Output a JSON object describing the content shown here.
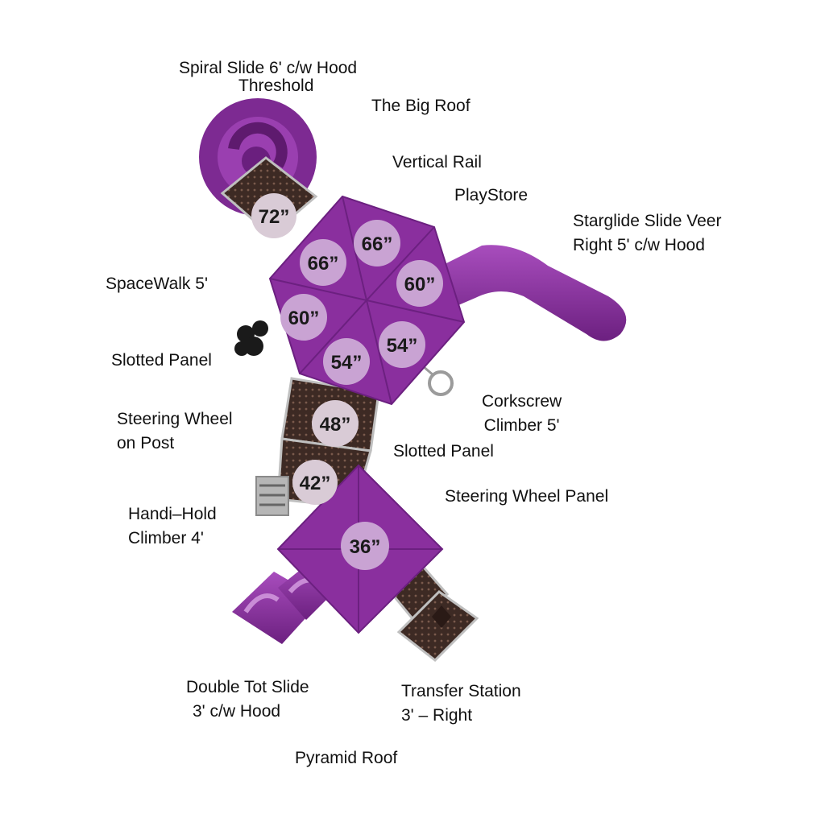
{
  "labels": {
    "spiral_slide": "Spiral Slide 6' c/w Hood",
    "threshold": "Threshold",
    "big_roof": "The Big Roof",
    "vertical_rail": "Vertical Rail",
    "playstore": "PlayStore",
    "starglide_line1": "Starglide Slide Veer",
    "starglide_line2": "Right 5' c/w Hood",
    "spacewalk": "SpaceWalk 5'",
    "slotted_panel_left": "Slotted Panel",
    "steering_wheel_line1": "Steering Wheel",
    "steering_wheel_line2": "on Post",
    "corkscrew_line1": "Corkscrew",
    "corkscrew_line2": "Climber 5'",
    "slotted_panel_right": "Slotted Panel",
    "steering_wheel_panel": "Steering Wheel Panel",
    "handi_hold_line1": "Handi–Hold",
    "handi_hold_line2": "Climber 4'",
    "double_tot_line1": "Double Tot Slide",
    "double_tot_line2": "3' c/w Hood",
    "transfer_line1": "Transfer Station",
    "transfer_line2": "3' – Right",
    "pyramid_roof": "Pyramid Roof"
  },
  "heights": {
    "h72": "72”",
    "h66a": "66”",
    "h66b": "66”",
    "h60a": "60”",
    "h60b": "60”",
    "h54a": "54”",
    "h54b": "54”",
    "h48": "48”",
    "h42": "42”",
    "h36": "36”"
  },
  "colors": {
    "purple": "#8a2f9e",
    "purple_dark": "#5e1a6e",
    "deck_brown": "#3d2a24",
    "height_circle": "#d9cbd6"
  }
}
